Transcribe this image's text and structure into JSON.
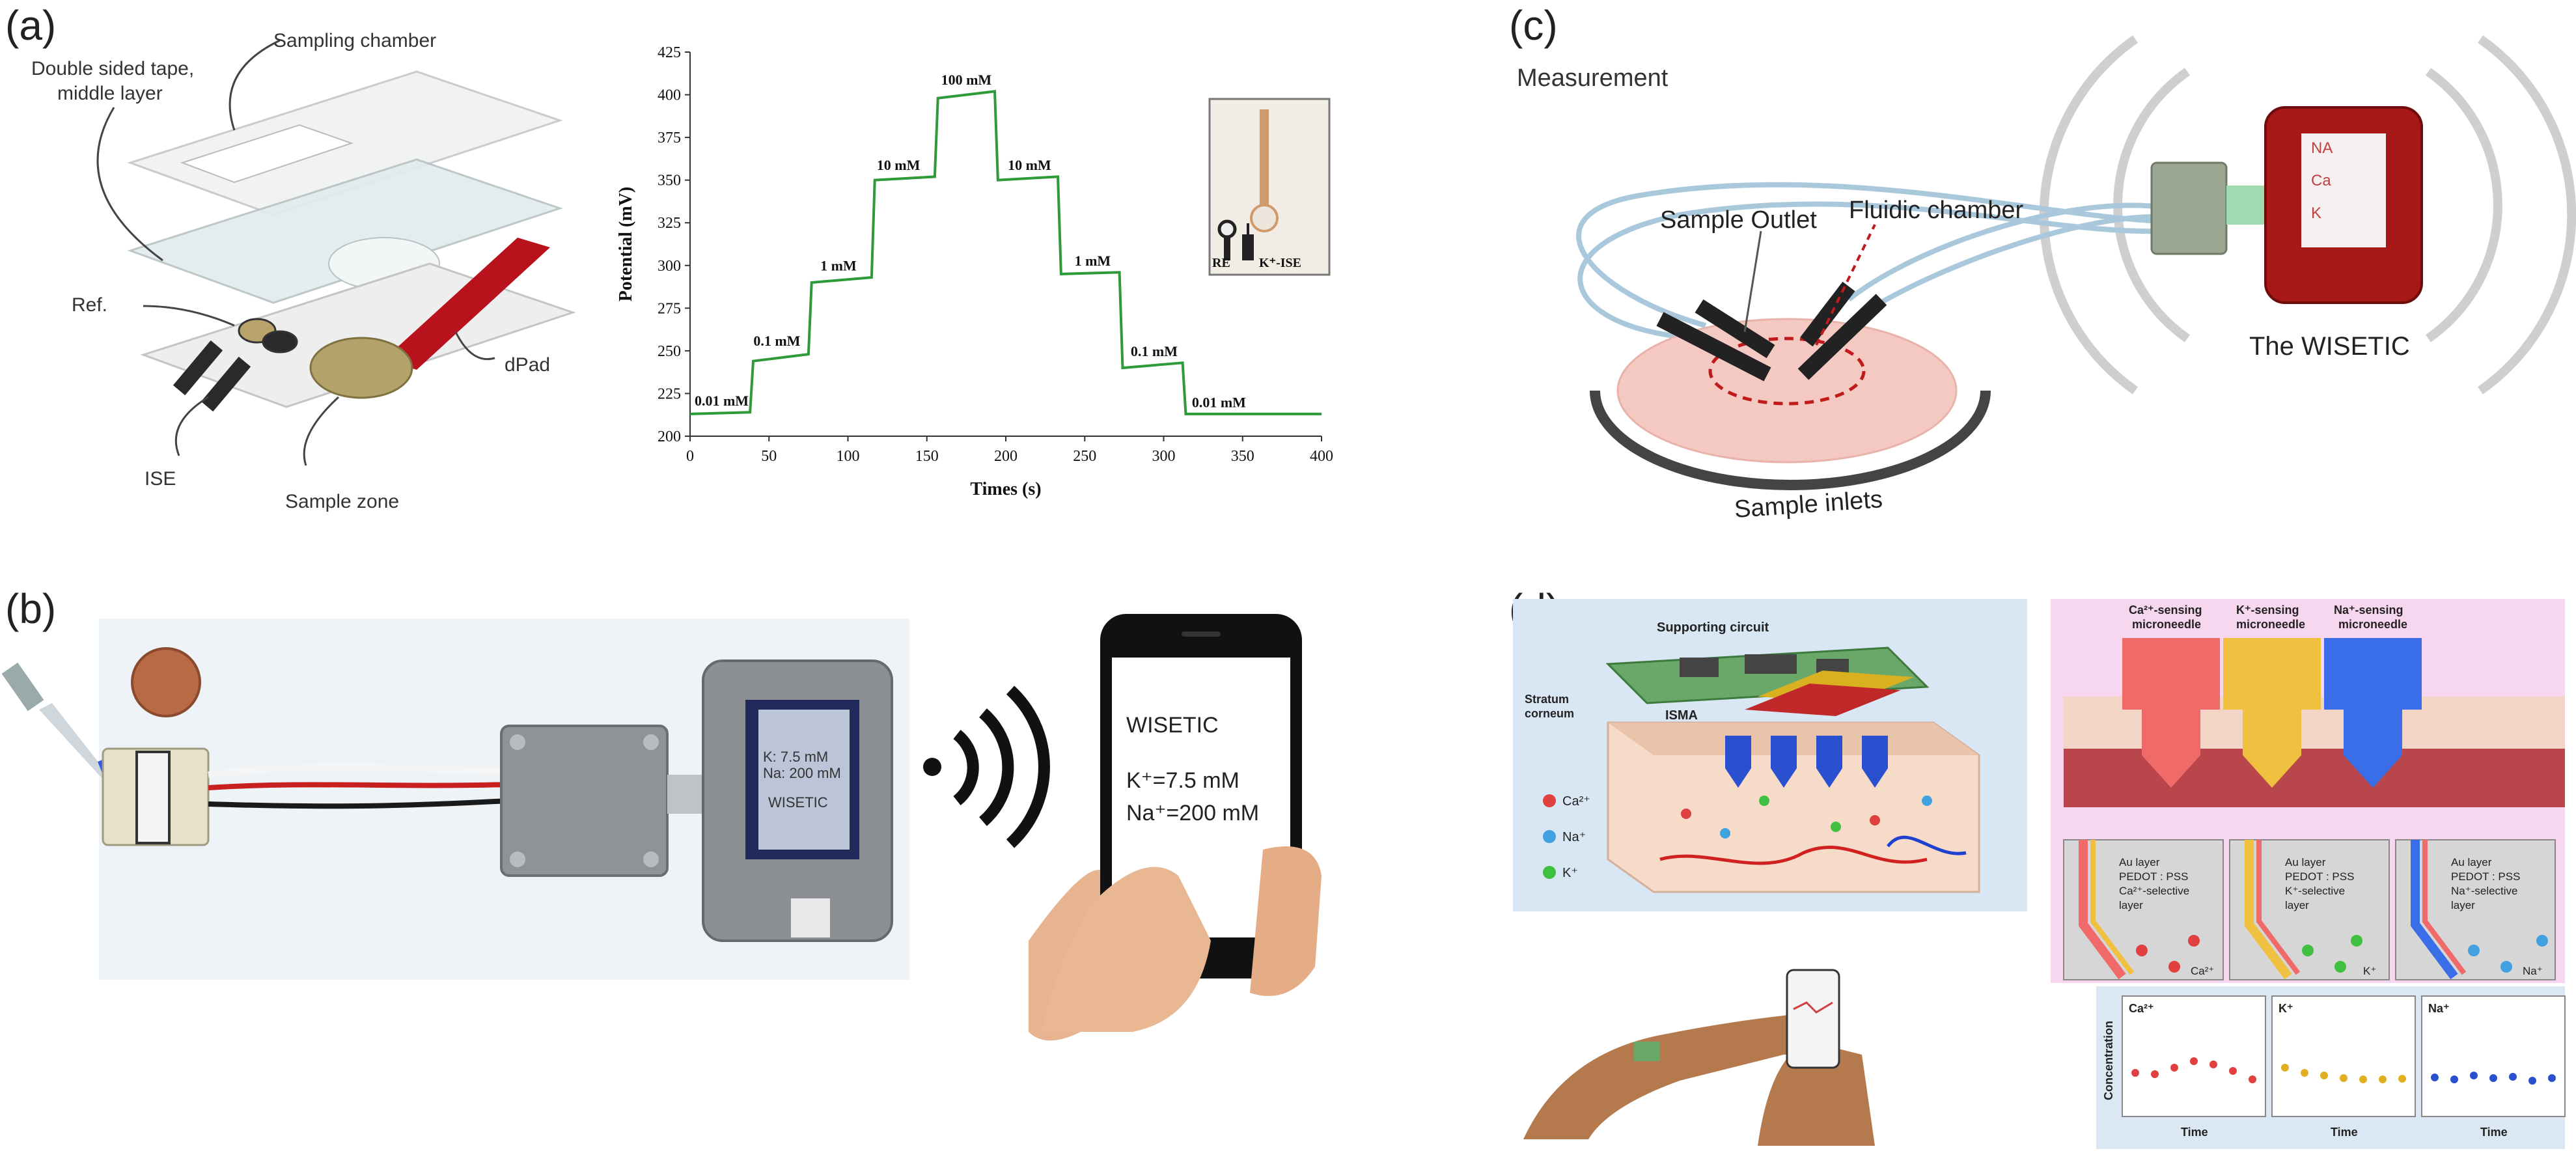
{
  "labels": {
    "a": "(a)",
    "b": "(b)",
    "c": "(c)",
    "d": "(d)"
  },
  "panel_a": {
    "sampling_chamber": "Sampling chamber",
    "tape_line1": "Double sided tape,",
    "tape_line2": "middle layer",
    "ref": "Ref.",
    "dpad": "dPad",
    "ise": "ISE",
    "sample_zone": "Sample zone",
    "inset_re": "RE",
    "inset_ise": "K⁺-ISE"
  },
  "chart_data": {
    "type": "line",
    "xlabel": "Times (s)",
    "ylabel": "Potential (mV)",
    "xlim": [
      0,
      400
    ],
    "ylim": [
      200,
      425
    ],
    "xticks": [
      "0",
      "50",
      "100",
      "150",
      "200",
      "250",
      "300",
      "350",
      "400"
    ],
    "yticks": [
      "200",
      "225",
      "250",
      "275",
      "300",
      "325",
      "350",
      "375",
      "400",
      "425"
    ],
    "series_color": "#2e9a3a",
    "x": [
      0,
      38,
      40,
      75,
      77,
      115,
      117,
      155,
      157,
      193,
      195,
      233,
      235,
      272,
      274,
      312,
      314,
      400
    ],
    "y": [
      213,
      214,
      244,
      248,
      290,
      293,
      350,
      352,
      398,
      402,
      350,
      352,
      295,
      296,
      240,
      243,
      213,
      213
    ],
    "annotations": [
      {
        "text": "0.01 mM",
        "x": 20,
        "y": 218
      },
      {
        "text": "0.1 mM",
        "x": 55,
        "y": 253
      },
      {
        "text": "1 mM",
        "x": 94,
        "y": 297
      },
      {
        "text": "10 mM",
        "x": 132,
        "y": 356
      },
      {
        "text": "100 mM",
        "x": 175,
        "y": 406
      },
      {
        "text": "10 mM",
        "x": 215,
        "y": 356
      },
      {
        "text": "1 mM",
        "x": 255,
        "y": 300
      },
      {
        "text": "0.1 mM",
        "x": 294,
        "y": 247
      },
      {
        "text": "0.01 mM",
        "x": 335,
        "y": 217
      }
    ]
  },
  "panel_b": {
    "device_line1": "K: 7.5 mM",
    "device_line2": "Na: 200 mM",
    "device_line3": "WISETIC",
    "phone_title": "WISETIC",
    "phone_k": "K⁺=7.5 mM",
    "phone_na": "Na⁺=200 mM"
  },
  "panel_c": {
    "measurement": "Measurement",
    "sample_outlet": "Sample Outlet",
    "fluidic_chamber": "Fluidic chamber",
    "sample_inlets": "Sample inlets",
    "wisetic": "The WISETIC",
    "box_na": "NA",
    "box_ca": "Ca",
    "box_k": "K"
  },
  "panel_d": {
    "supporting_circuit": "Supporting circuit",
    "stratum_line1": "Stratum",
    "stratum_line2": "corneum",
    "isma": "ISMA",
    "legend_ca": "Ca²⁺",
    "legend_na": "Na⁺",
    "legend_k": "K⁺",
    "needles": [
      {
        "line1": "Ca²⁺-sensing",
        "line2": "microneedle",
        "color": "#f06a6a"
      },
      {
        "line1": "K⁺-sensing",
        "line2": "microneedle",
        "color": "#f0c040"
      },
      {
        "line1": "Na⁺-sensing",
        "line2": "microneedle",
        "color": "#3a6ee8"
      }
    ],
    "layers": [
      {
        "au": "Au layer",
        "pedot": "PEDOT : PSS",
        "sel1": "Ca²⁺-selective",
        "sel2": "layer",
        "ion": "Ca²⁺"
      },
      {
        "au": "Au layer",
        "pedot": "PEDOT : PSS",
        "sel1": "K⁺-selective",
        "sel2": "layer",
        "ion": "K⁺"
      },
      {
        "au": "Au layer",
        "pedot": "PEDOT : PSS",
        "sel1": "Na⁺-selective",
        "sel2": "layer",
        "ion": "Na⁺"
      }
    ],
    "conc_ylabel": "Concentration",
    "conc_charts": [
      {
        "ion": "Ca²⁺",
        "xlabel": "Time",
        "color": "#e04040"
      },
      {
        "ion": "K⁺",
        "xlabel": "Time",
        "color": "#e0b020"
      },
      {
        "ion": "Na⁺",
        "xlabel": "Time",
        "color": "#2a50d0"
      }
    ]
  }
}
